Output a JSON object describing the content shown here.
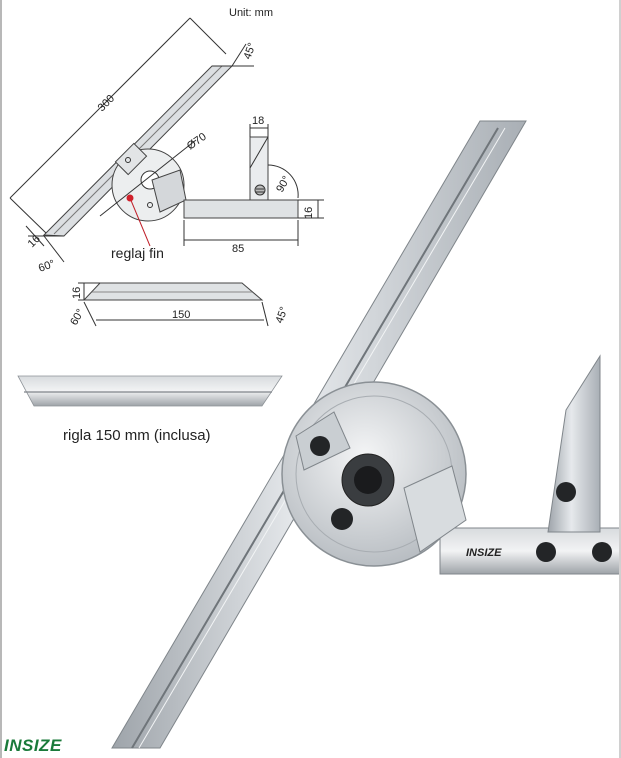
{
  "unit_label": "Unit: mm",
  "fine_adjust_label": "reglaj fin",
  "ruler_caption": "rigla 150 mm (inclusa)",
  "brand_logo": "INSIZE",
  "product_logo": "INSIZE",
  "dimensions": {
    "blade_length": "300",
    "top_angle": "45°",
    "dial_diameter": "Ø70",
    "square_width": "18",
    "right_angle": "90°",
    "base_height": "16",
    "base_length": "85",
    "blade_width": "16",
    "bottom_angle": "60°",
    "rule_height": "16",
    "rule_length": "150",
    "rule_left_angle": "60°",
    "rule_right_angle": "45°"
  },
  "colors": {
    "brand_green": "#1a7a3a",
    "steel": "#c8cdd2",
    "line": "#333333"
  }
}
